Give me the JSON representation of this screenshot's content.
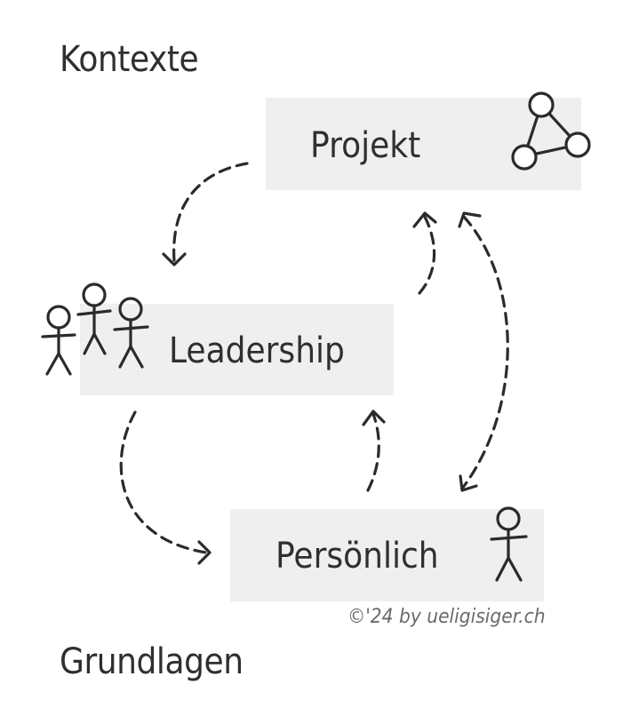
{
  "headings": {
    "top": "Kontexte",
    "bottom": "Grundlagen"
  },
  "boxes": {
    "projekt": "Projekt",
    "leadership": "Leadership",
    "persoenlich": "Persönlich"
  },
  "copyright": "©'24 by ueligisiger.ch",
  "colors": {
    "box_fill": "#efefef",
    "stroke": "#2b2b2b",
    "text": "#2f2f2f",
    "copyright": "#6a6a6a"
  },
  "icons": {
    "projekt": "network-triangle-icon",
    "leadership": "group-stick-figures-icon",
    "persoenlich": "single-stick-figure-icon"
  }
}
